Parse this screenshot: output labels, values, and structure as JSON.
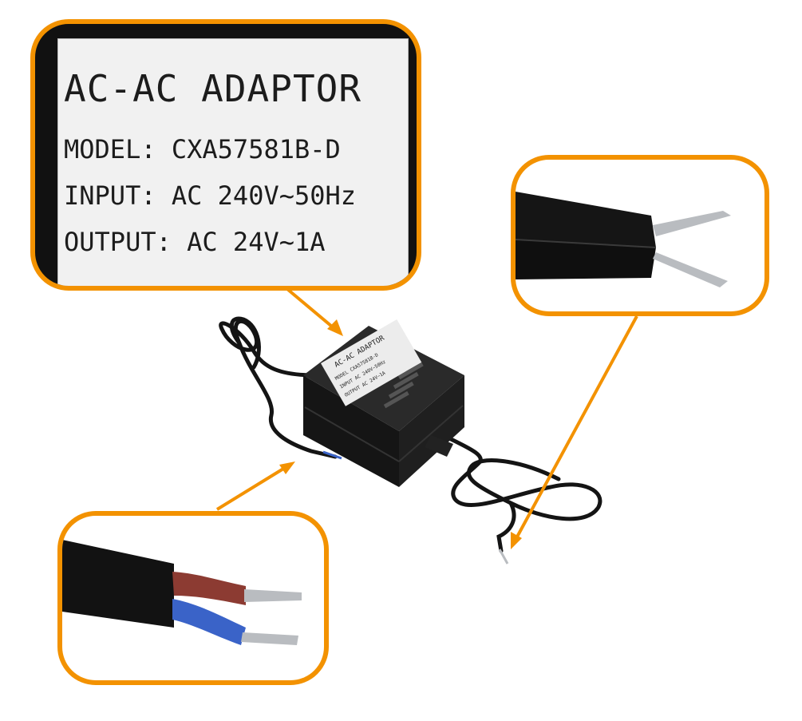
{
  "label": {
    "title": "AC-AC ADAPTOR",
    "model": "MODEL: CXA57581B-D",
    "input": "INPUT: AC 240V~50Hz",
    "output": "OUTPUT: AC 24V~1A"
  },
  "device_label": {
    "title": "AC-AC ADAPTOR",
    "model": "MODEL CXA57581B-D",
    "input": "INPUT AC 240V~50Hz",
    "output": "OUTPUT AC 24V~1A"
  },
  "colors": {
    "accent": "#f39200",
    "cable": "#141414",
    "wire_red": "#8c3b32",
    "wire_blue": "#3a63c8",
    "wire_metal": "#b9bcc0"
  }
}
